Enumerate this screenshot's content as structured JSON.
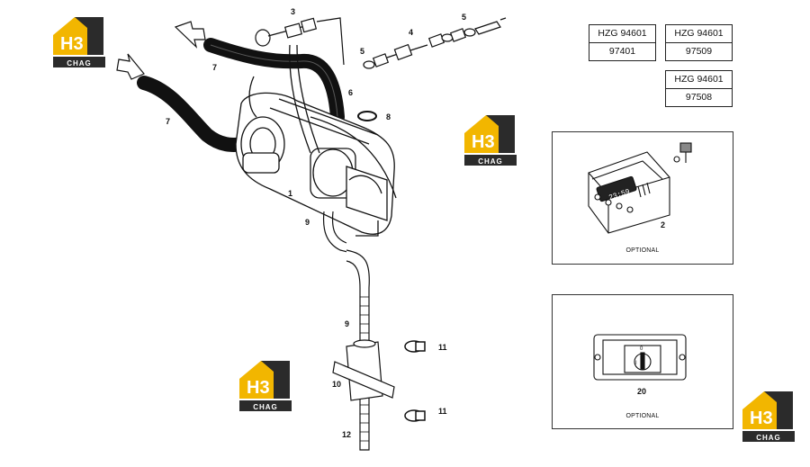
{
  "callouts": {
    "c1": "1",
    "c2": "2",
    "c3": "3",
    "c4": "4",
    "c5a": "5",
    "c5b": "5",
    "c6": "6",
    "c7a": "7",
    "c7b": "7",
    "c8": "8",
    "c9a": "9",
    "c9b": "9",
    "c10": "10",
    "c11a": "11",
    "c11b": "11",
    "c12": "12",
    "c20": "20"
  },
  "references": [
    {
      "code": "HZG 94601",
      "number": "97401"
    },
    {
      "code": "HZG 94601",
      "number": "97509"
    },
    {
      "code": "HZG 94601",
      "number": "97508"
    }
  ],
  "optional_panels": {
    "timer": {
      "label": "OPTIONAL",
      "callout": "2",
      "display": "23:59"
    },
    "switch": {
      "label": "OPTIONAL",
      "callout": "20",
      "positions": [
        "0",
        "I"
      ]
    }
  },
  "logo": {
    "mark": "H3",
    "text": "CHAG"
  },
  "colors": {
    "logo_gold": "#f2b600",
    "logo_dark": "#2b2b2b",
    "line": "#111111"
  },
  "icons": [
    "air-flow-arrow-icon",
    "logo-icon"
  ]
}
